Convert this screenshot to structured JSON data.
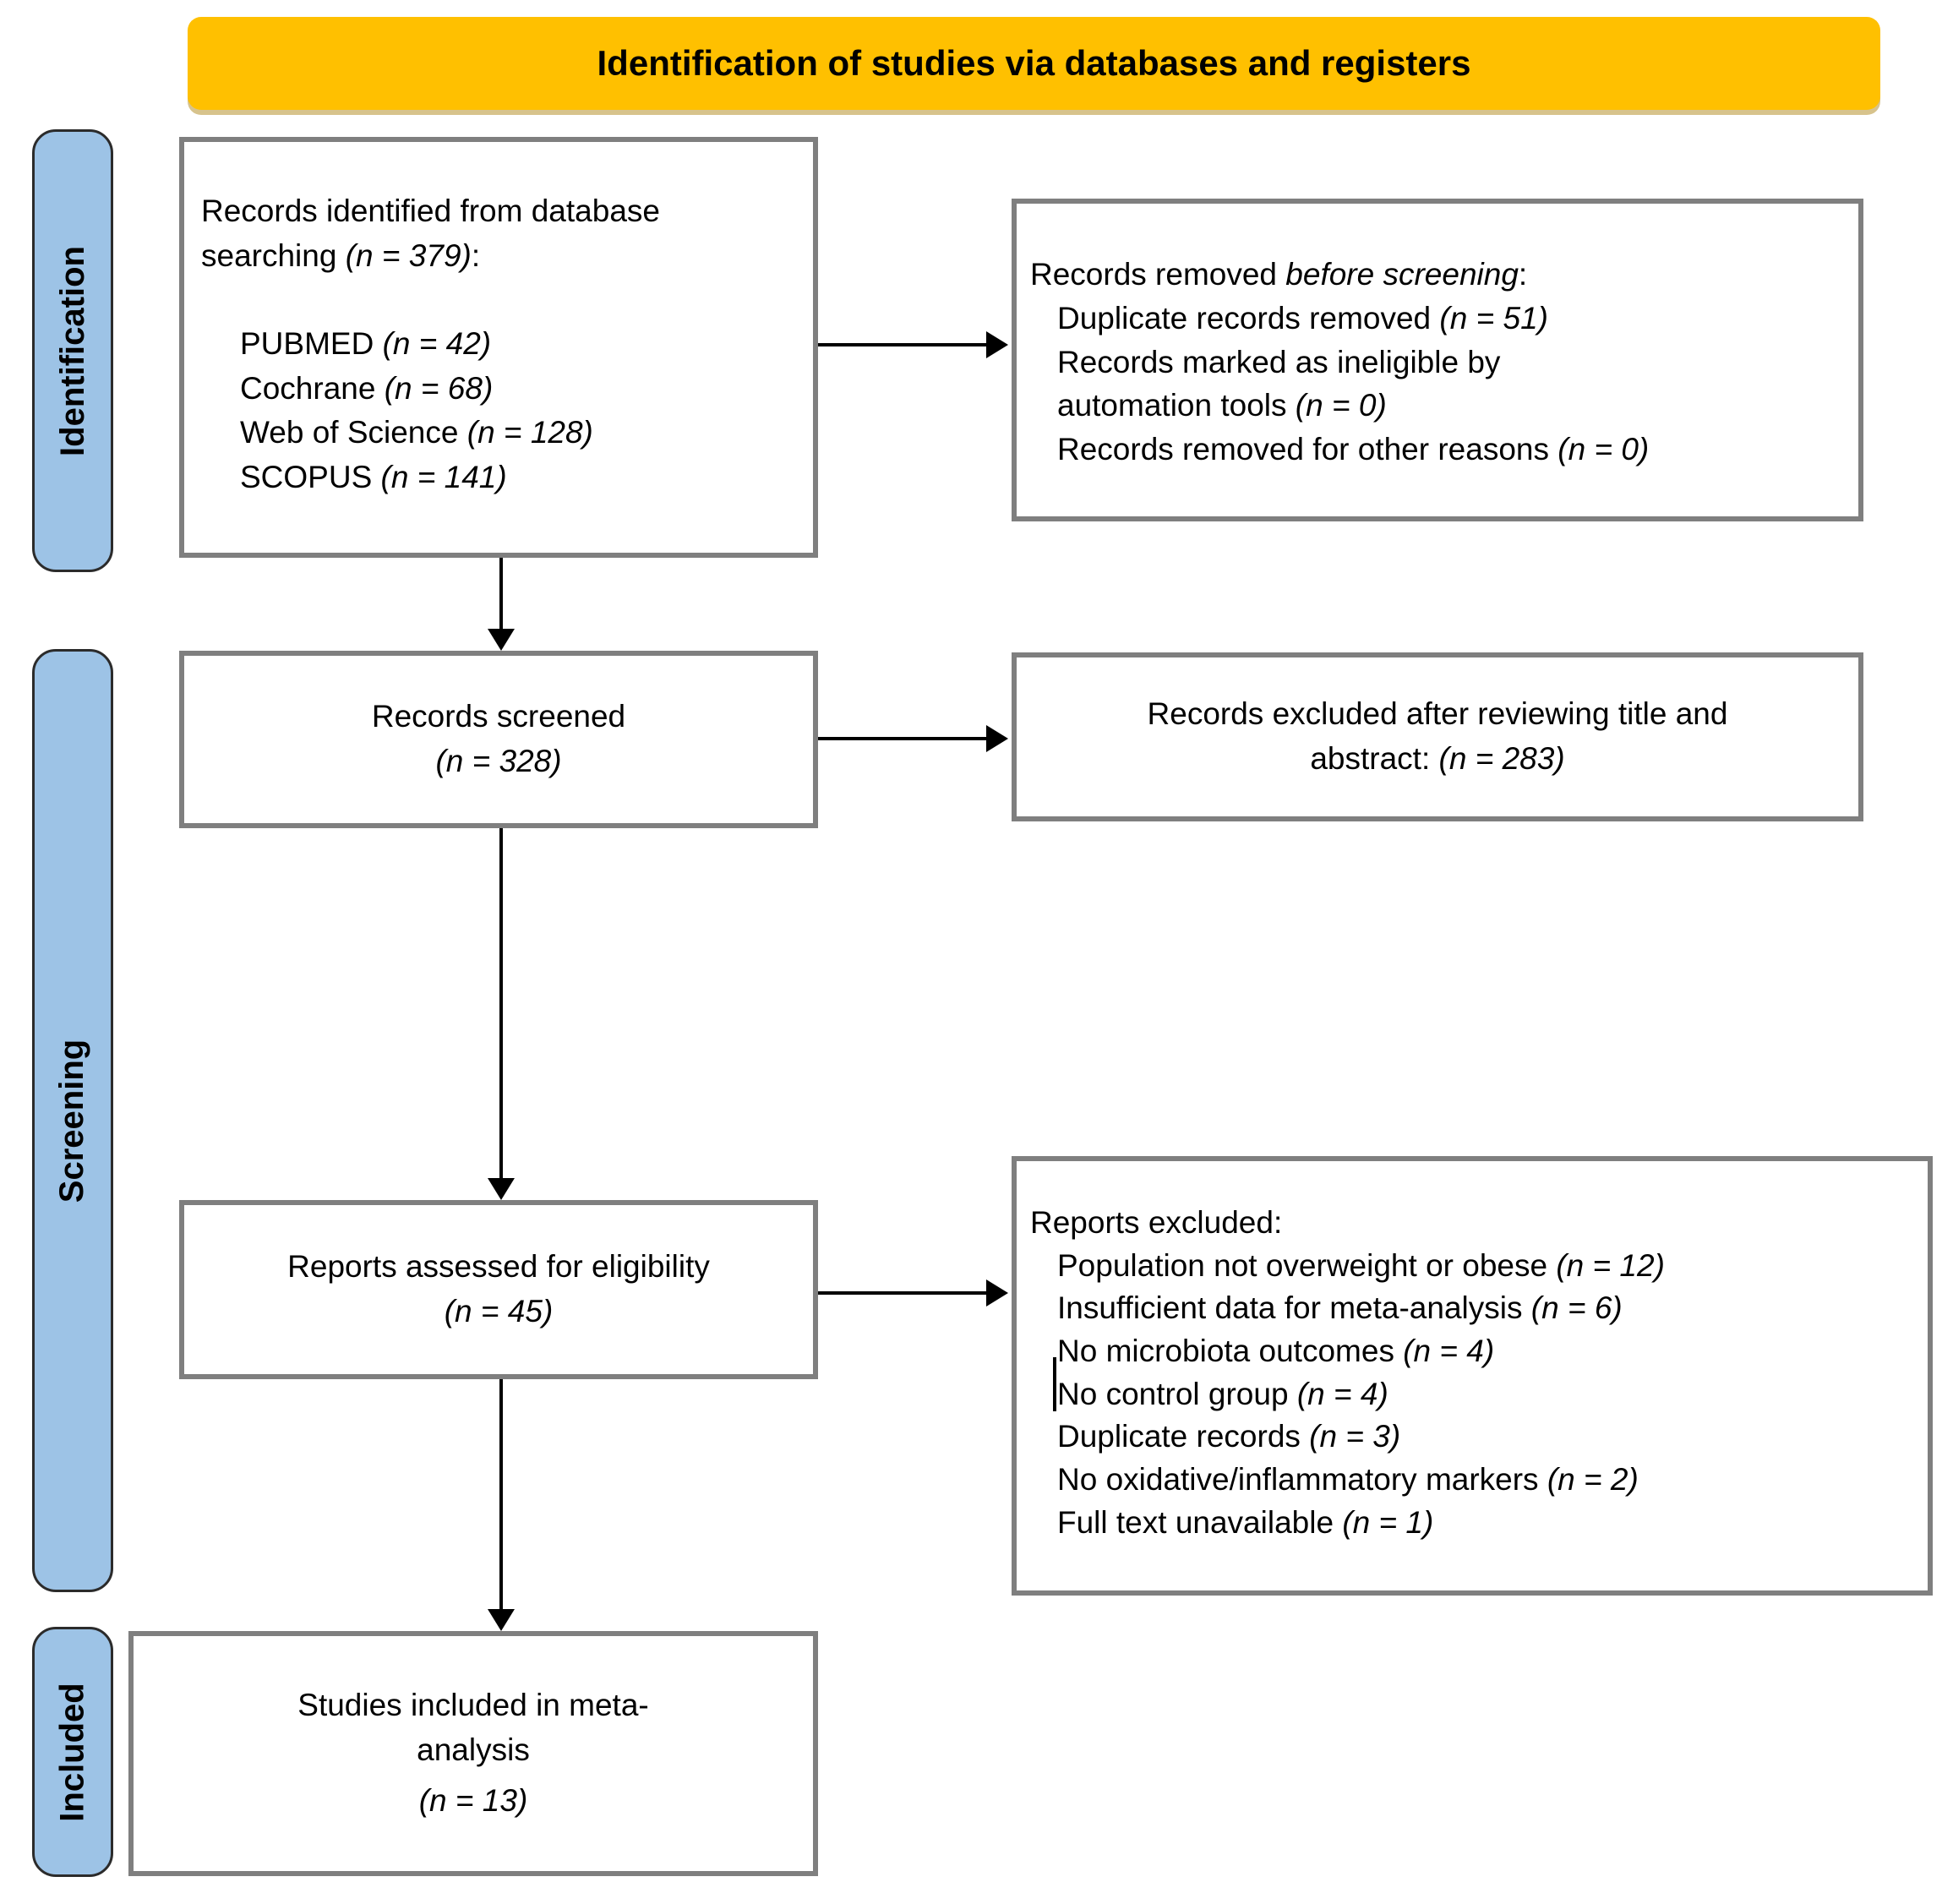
{
  "colors": {
    "header_bg": "#FFC000",
    "stage_bg": "#9DC3E6",
    "box_border": "#7F7F7F",
    "arrow": "#000000",
    "text": "#000000"
  },
  "header": {
    "title": "Identification of studies via databases and registers"
  },
  "stages": [
    {
      "label": "Identification"
    },
    {
      "label": "Screening"
    },
    {
      "label": "Included"
    }
  ],
  "boxes": {
    "records_identified": {
      "intro": "Records identified from database\nsearching ",
      "intro_n": "(n = 379)",
      "intro_suffix": ":",
      "sources": [
        {
          "label": "PUBMED ",
          "n": "(n = 42)"
        },
        {
          "label": "Cochrane ",
          "n": "(n = 68)"
        },
        {
          "label": "Web of Science ",
          "n": "(n = 128)"
        },
        {
          "label": "SCOPUS ",
          "n": "(n = 141)"
        }
      ]
    },
    "records_removed": {
      "heading_prefix": "Records removed ",
      "heading_italic": "before screening",
      "heading_suffix": ":",
      "items": [
        {
          "label": "Duplicate records removed ",
          "n": "(n = 51)"
        },
        {
          "label": "Records marked as ineligible by\nautomation tools ",
          "n": "(n = 0)"
        },
        {
          "label": "Records removed for other reasons ",
          "n": "(n = 0)"
        }
      ]
    },
    "records_screened": {
      "line1": "Records screened",
      "n": "(n = 328)"
    },
    "records_excluded": {
      "label": "Records excluded after reviewing title and\nabstract: ",
      "n": "(n = 283)"
    },
    "reports_assessed": {
      "line1": "Reports assessed for eligibility",
      "n": "(n = 45)"
    },
    "reports_excluded": {
      "heading": "Reports excluded:",
      "items": [
        {
          "label": "Population not overweight or obese ",
          "n": "(n = 12)"
        },
        {
          "label": "Insufficient data for meta-analysis ",
          "n": "(n = 6)"
        },
        {
          "label": "No microbiota outcomes ",
          "n": "(n = 4)"
        },
        {
          "label": "No control group ",
          "n": "(n = 4)"
        },
        {
          "label": "Duplicate records ",
          "n": "(n = 3)"
        },
        {
          "label": "No oxidative/inflammatory markers ",
          "n": "(n = 2)"
        },
        {
          "label": "Full text unavailable ",
          "n": "(n = 1)"
        }
      ]
    },
    "studies_included": {
      "line1": "Studies included in meta-\nanalysis",
      "n": "(n = 13)"
    }
  }
}
